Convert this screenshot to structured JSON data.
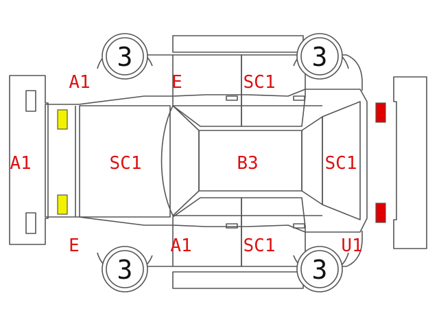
{
  "colors": {
    "outline": "#555555",
    "label": "#dd1111",
    "lamp_front": "#f2f200",
    "lamp_rear": "#e00000",
    "background": "#ffffff"
  },
  "labels": {
    "front_bumper": "A1",
    "front_left_fender": "A1",
    "front_left_door": "E",
    "rear_left_door": "SC1",
    "hood": "SC1",
    "roof": "B3",
    "rear_hatch": "SC1",
    "front_right_fender": "E",
    "front_right_door": "A1",
    "rear_right_door": "SC1",
    "rear_right_quarter": "U1"
  },
  "wheels": {
    "front_left": "3",
    "rear_left": "3",
    "front_right": "3",
    "rear_right": "3"
  }
}
